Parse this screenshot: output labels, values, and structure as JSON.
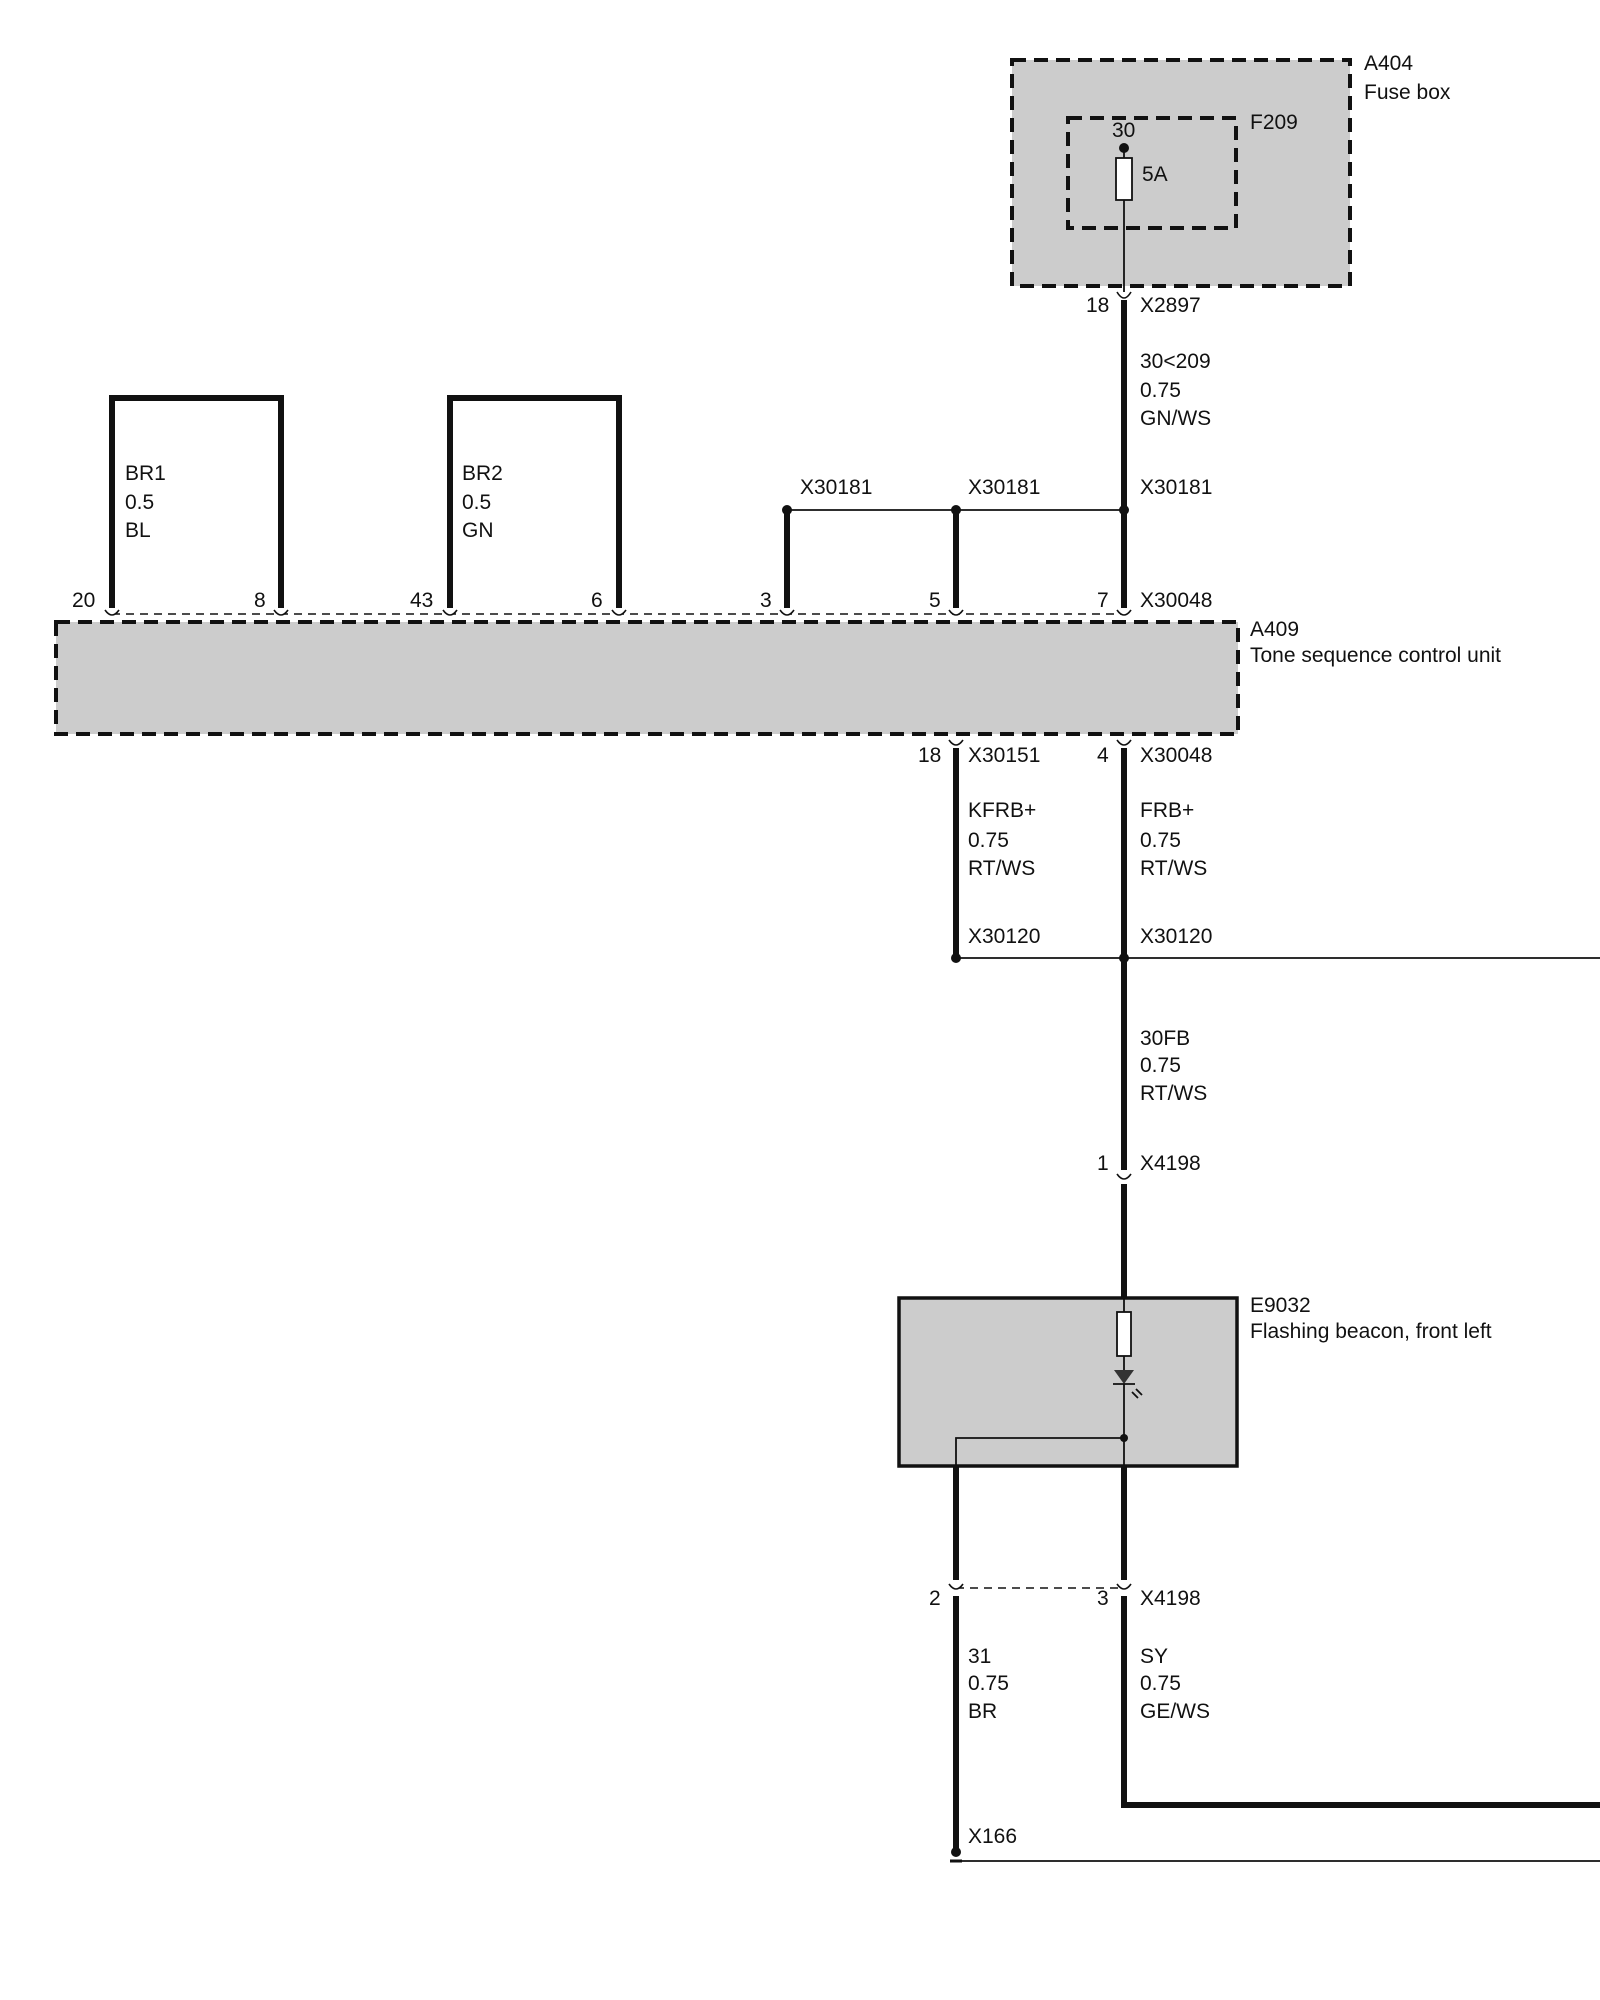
{
  "components": {
    "fuse_box": {
      "id": "A404",
      "name": "Fuse box"
    },
    "fuse": {
      "id": "F209",
      "terminal": "30",
      "rating": "5A"
    },
    "control_unit": {
      "id": "A409",
      "name": "Tone sequence control unit"
    },
    "beacon": {
      "id": "E9032",
      "name": "Flashing beacon, front left"
    }
  },
  "connectors": {
    "x2897": {
      "id": "X2897",
      "pin": "18"
    },
    "x30181_a": "X30181",
    "x30181_b": "X30181",
    "x30181_c": "X30181",
    "x30048_top": "X30048",
    "top_pins": [
      "20",
      "8",
      "43",
      "6",
      "3",
      "5",
      "7"
    ],
    "x30151": {
      "id": "X30151",
      "pin": "18"
    },
    "x30048_bottom": {
      "id": "X30048",
      "pin": "4"
    },
    "x30120_a": "X30120",
    "x30120_b": "X30120",
    "x4198_top": {
      "id": "X4198",
      "pin": "1"
    },
    "x4198_bottom": {
      "id": "X4198",
      "pins": [
        "2",
        "3"
      ]
    },
    "x166": "X166"
  },
  "wires": {
    "w_30_209": {
      "signal": "30<209",
      "size": "0.75",
      "color": "GN/WS"
    },
    "br1": {
      "signal": "BR1",
      "size": "0.5",
      "color": "BL"
    },
    "br2": {
      "signal": "BR2",
      "size": "0.5",
      "color": "GN"
    },
    "kfrb": {
      "signal": "KFRB+",
      "size": "0.75",
      "color": "RT/WS"
    },
    "frb": {
      "signal": "FRB+",
      "size": "0.75",
      "color": "RT/WS"
    },
    "w_30fb": {
      "signal": "30FB",
      "size": "0.75",
      "color": "RT/WS"
    },
    "w_31": {
      "signal": "31",
      "size": "0.75",
      "color": "BR"
    },
    "sy": {
      "signal": "SY",
      "size": "0.75",
      "color": "GE/WS"
    }
  }
}
